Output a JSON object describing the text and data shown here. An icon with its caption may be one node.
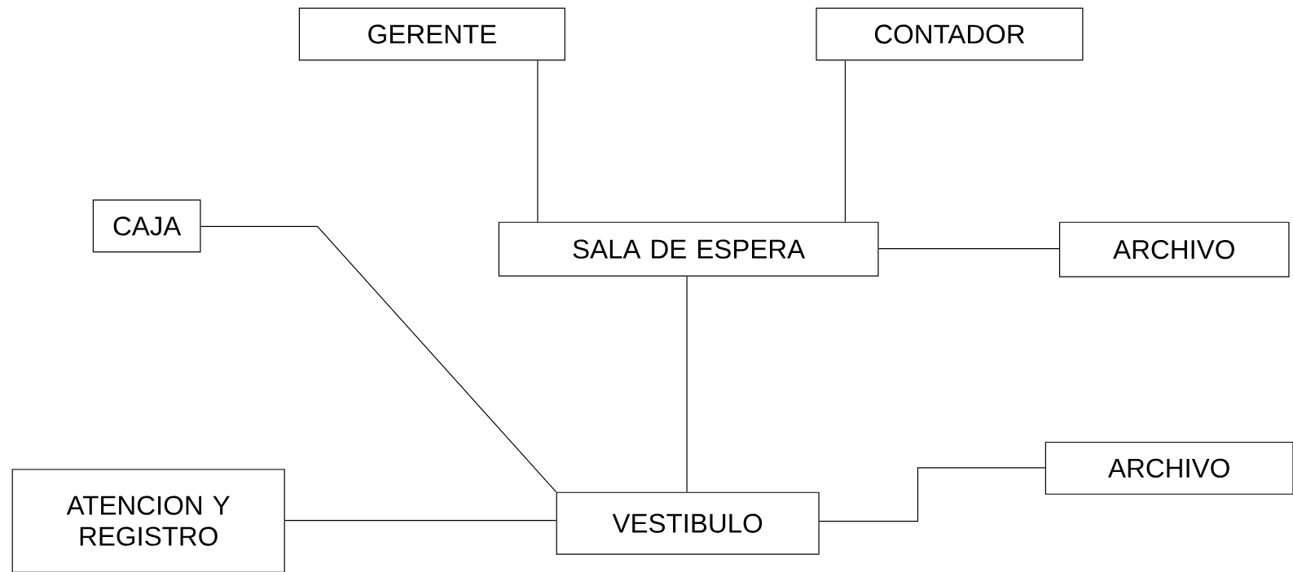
{
  "diagram": {
    "nodes": [
      {
        "text": [
          "GERENTE"
        ]
      },
      {
        "text": [
          "CONTADOR"
        ]
      },
      {
        "text": [
          "CAJA"
        ]
      },
      {
        "text": [
          "SALA DE ESPERA"
        ]
      },
      {
        "text": [
          "ARCHIVO"
        ]
      },
      {
        "text": [
          "ATENCION Y REGISTRO"
        ]
      },
      {
        "text": [
          "VESTIBULO"
        ]
      },
      {
        "text": [
          "ARCHIVO"
        ]
      }
    ],
    "edges": [
      {
        "from": 0,
        "to": 3,
        "arrow": "none"
      },
      {
        "from": 1,
        "to": 3,
        "arrow": "none"
      },
      {
        "from": 2,
        "to": 6,
        "arrow": "none"
      },
      {
        "from": 3,
        "to": 4,
        "arrow": "none"
      },
      {
        "from": 3,
        "to": 6,
        "arrow": "none"
      },
      {
        "from": 5,
        "to": 6,
        "arrow": "none"
      },
      {
        "from": 6,
        "to": 7,
        "arrow": "none"
      }
    ]
  }
}
